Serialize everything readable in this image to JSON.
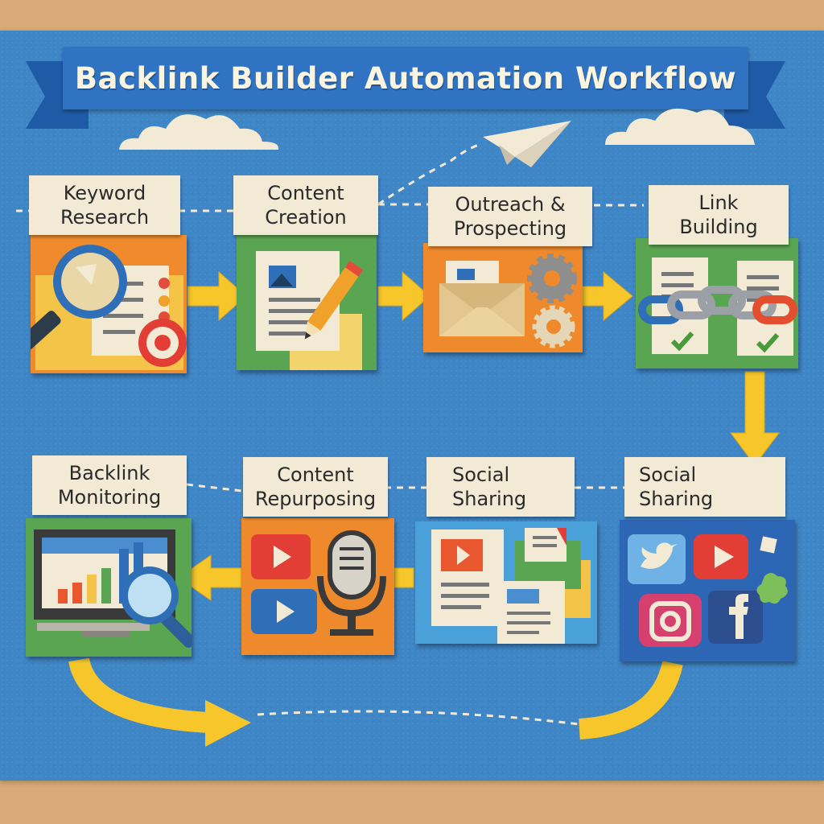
{
  "title": "Backlink Builder Automation Workflow",
  "steps": [
    {
      "id": "keyword-research",
      "line1": "Keyword",
      "line2": "Research"
    },
    {
      "id": "content-creation",
      "line1": "Content",
      "line2": "Creation"
    },
    {
      "id": "outreach-prospecting",
      "line1": "Outreach &",
      "line2": "Prospecting"
    },
    {
      "id": "link-building",
      "line1": "Link",
      "line2": "Building"
    },
    {
      "id": "social-sharing-right",
      "line1": "Social",
      "line2": "Sharing"
    },
    {
      "id": "social-sharing-mid",
      "line1": "Social",
      "line2": "Sharing"
    },
    {
      "id": "content-repurposing",
      "line1": "Content",
      "line2": "Repurposing"
    },
    {
      "id": "backlink-monitoring",
      "line1": "Backlink",
      "line2": "Monitoring"
    }
  ],
  "icons": [
    "magnifier-icon",
    "target-icon",
    "checklist-icon",
    "document-icon",
    "pencil-icon",
    "envelope-icon",
    "gear-icon",
    "chain-link-icon",
    "checkmark-icon",
    "twitter-icon",
    "youtube-icon",
    "instagram-icon",
    "facebook-icon",
    "video-play-icon",
    "microphone-icon",
    "monitor-chart-icon",
    "paper-plane-icon",
    "cloud-icon",
    "arrow-icon"
  ],
  "colors": {
    "board": "#3f86c7",
    "banner": "#2f73c2",
    "label_paper": "#f3ead6",
    "arrow_yellow": "#f6c62a",
    "tile_orange": "#ee8a2b",
    "tile_green": "#5aa552",
    "tile_blue": "#2d66b4",
    "tile_yellow": "#f3c447"
  }
}
